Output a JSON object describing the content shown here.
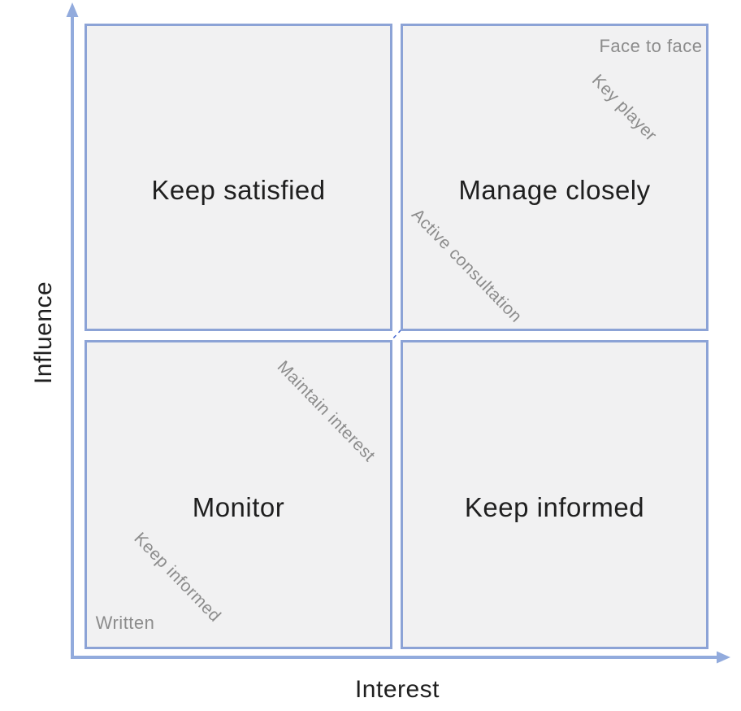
{
  "diagram": {
    "axes": {
      "y_label": "Influence",
      "x_label": "Interest"
    },
    "quadrants": [
      {
        "position": "top-left",
        "label": "Keep satisfied"
      },
      {
        "position": "top-right",
        "label": "Manage closely"
      },
      {
        "position": "bottom-left",
        "label": "Monitor"
      },
      {
        "position": "bottom-right",
        "label": "Keep informed"
      }
    ],
    "diagonal": {
      "start_label": "Written",
      "end_label": "Face to face",
      "along_labels": [
        "Keep informed",
        "Maintain interest",
        "Active consultation",
        "Key player"
      ],
      "direction": "bottom-left to top-right, dashed arrow"
    },
    "colors": {
      "box_border": "#8ca3d6",
      "box_fill": "#f1f1f2",
      "axis": "#92abdd",
      "diagonal": "#4c6dd1",
      "label_gray": "#8c8c8c",
      "text_black": "#1f1f1f",
      "page_bg": "#ffffff"
    }
  }
}
